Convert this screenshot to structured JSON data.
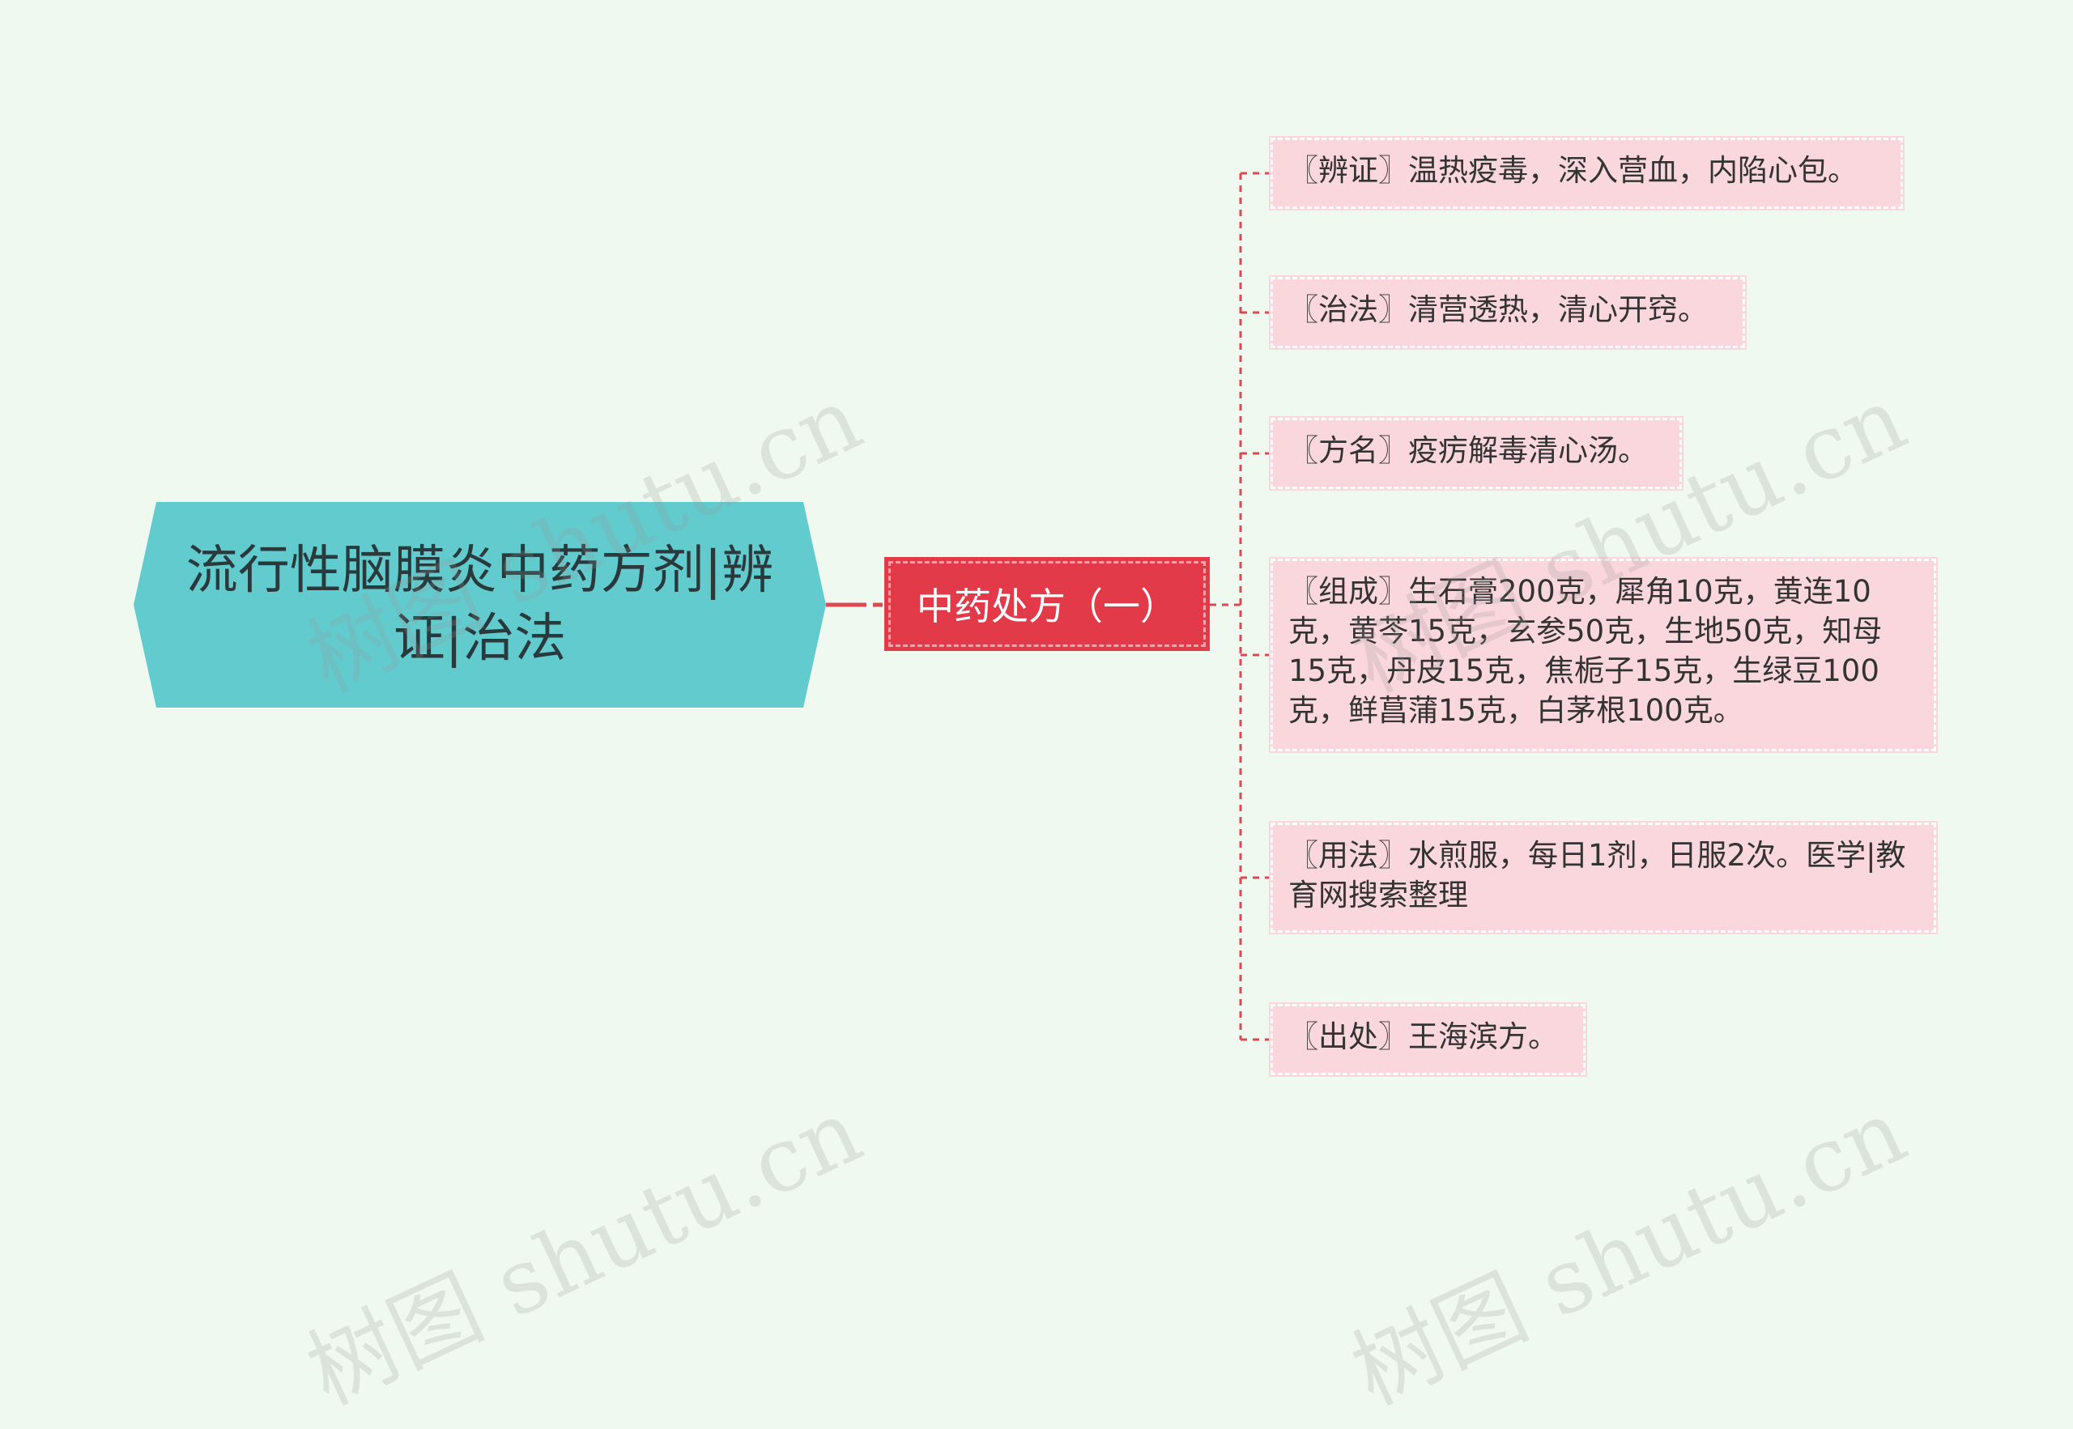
{
  "watermark": "树图 shutu.cn",
  "root": {
    "label": "流行性脑膜炎中药方剂|辨证|治法",
    "color": "#62cbce"
  },
  "branch": {
    "label": "中药处方（一）",
    "color": "#e23a48"
  },
  "leaves": [
    {
      "label": "〖辨证〗温热疫毒，深入营血，内陷心包。"
    },
    {
      "label": "〖治法〗清营透热，清心开窍。"
    },
    {
      "label": "〖方名〗疫疠解毒清心汤。"
    },
    {
      "label": "〖组成〗生石膏200克，犀角10克，黄连10克，黄芩15克，玄参50克，生地50克，知母15克，丹皮15克，焦栀子15克，生绿豆100克，鲜菖蒲15克，白茅根100克。"
    },
    {
      "label": "〖用法〗水煎服，每日1剂，日服2次。医学|教育网搜索整理"
    },
    {
      "label": "〖出处〗王海滨方。"
    }
  ],
  "colors": {
    "background": "#f0f9ef",
    "leaf_fill": "#fad7dd",
    "connector": "#d94a55"
  }
}
